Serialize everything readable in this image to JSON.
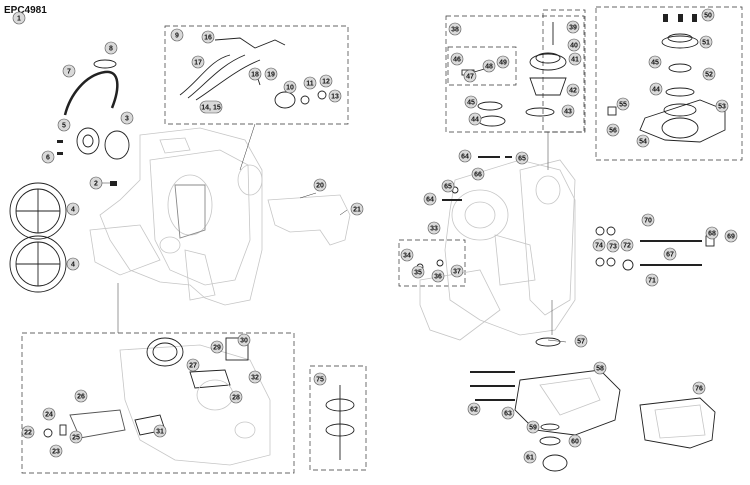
{
  "document_id": "EPC4981",
  "callouts": [
    {
      "label": "2"
    },
    {
      "label": "3"
    },
    {
      "label": "4"
    },
    {
      "label": "4"
    },
    {
      "label": "5"
    },
    {
      "label": "6"
    },
    {
      "label": "7"
    },
    {
      "label": "8"
    },
    {
      "label": "9"
    },
    {
      "label": "10"
    },
    {
      "label": "11"
    },
    {
      "label": "12"
    },
    {
      "label": "13"
    },
    {
      "label": "14, 15"
    },
    {
      "label": "16"
    },
    {
      "label": "17"
    },
    {
      "label": "18"
    },
    {
      "label": "19"
    },
    {
      "label": "20"
    },
    {
      "label": "21"
    },
    {
      "label": "22"
    },
    {
      "label": "23"
    },
    {
      "label": "24"
    },
    {
      "label": "25"
    },
    {
      "label": "26"
    },
    {
      "label": "27"
    },
    {
      "label": "28"
    },
    {
      "label": "29"
    },
    {
      "label": "30"
    },
    {
      "label": "31"
    },
    {
      "label": "32"
    },
    {
      "label": "33"
    },
    {
      "label": "34"
    },
    {
      "label": "35"
    },
    {
      "label": "36"
    },
    {
      "label": "37"
    },
    {
      "label": "38"
    },
    {
      "label": "39"
    },
    {
      "label": "40"
    },
    {
      "label": "41"
    },
    {
      "label": "42"
    },
    {
      "label": "43"
    },
    {
      "label": "44"
    },
    {
      "label": "45"
    },
    {
      "label": "46"
    },
    {
      "label": "47"
    },
    {
      "label": "48"
    },
    {
      "label": "49"
    },
    {
      "label": "50"
    },
    {
      "label": "51"
    },
    {
      "label": "52"
    },
    {
      "label": "44"
    },
    {
      "label": "45"
    },
    {
      "label": "53"
    },
    {
      "label": "54"
    },
    {
      "label": "55"
    },
    {
      "label": "56"
    },
    {
      "label": "57"
    },
    {
      "label": "58"
    },
    {
      "label": "59"
    },
    {
      "label": "60"
    },
    {
      "label": "61"
    },
    {
      "label": "62"
    },
    {
      "label": "63"
    },
    {
      "label": "64"
    },
    {
      "label": "64"
    },
    {
      "label": "65"
    },
    {
      "label": "65"
    },
    {
      "label": "66"
    },
    {
      "label": "67"
    },
    {
      "label": "68"
    },
    {
      "label": "69"
    },
    {
      "label": "70"
    },
    {
      "label": "71"
    },
    {
      "label": "72"
    },
    {
      "label": "73"
    },
    {
      "label": "74"
    },
    {
      "label": "75"
    },
    {
      "label": "76"
    },
    {
      "label": "1"
    }
  ]
}
